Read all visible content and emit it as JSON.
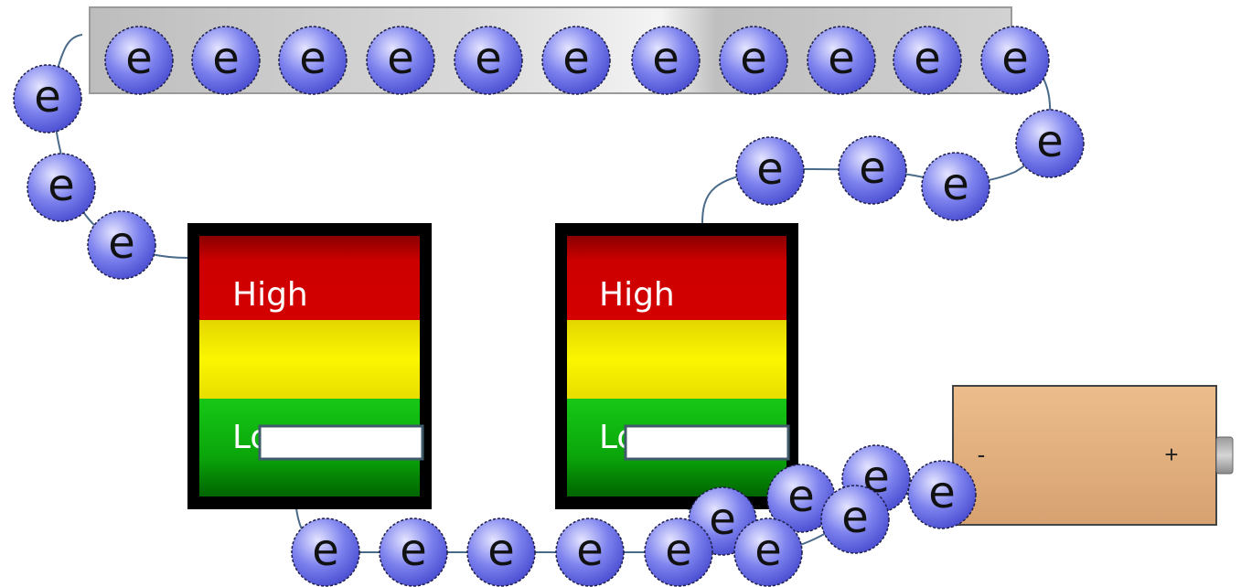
{
  "electron": {
    "label": "e"
  },
  "meters": [
    {
      "high_label": "High",
      "low_label": "Low",
      "level": 0.2
    },
    {
      "high_label": "High",
      "low_label": "Low",
      "level": 0.2
    }
  ],
  "battery": {
    "minus_label": "-",
    "plus_label": "+"
  },
  "colors": {
    "electron_fill": "#6f74e8",
    "electron_light": "#dcdcff",
    "wire": "#4a6a8a",
    "meter_high": "#cc0000",
    "meter_mid": "#f5f000",
    "meter_low": "#009900",
    "battery_body": "#e3b07f"
  }
}
